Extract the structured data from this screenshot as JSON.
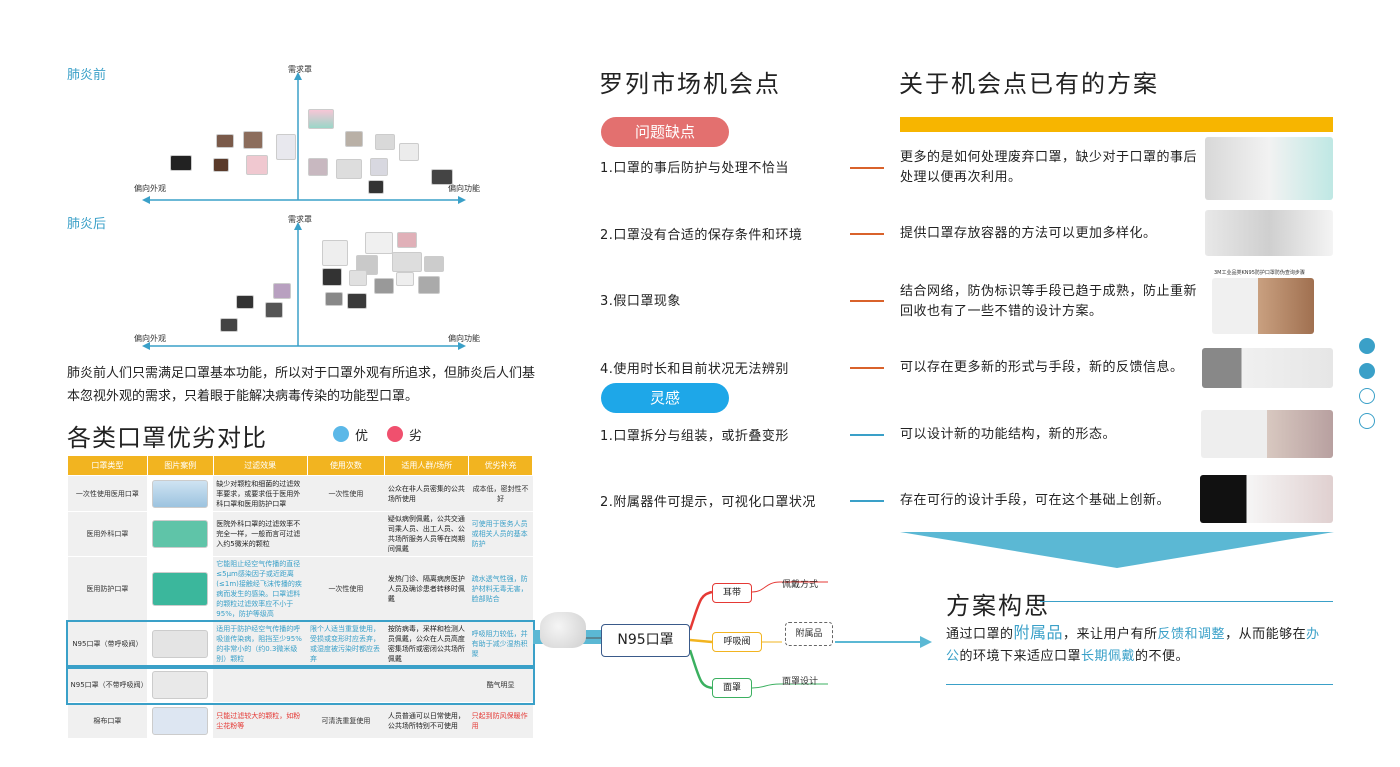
{
  "quadrant_before": {
    "label": "肺炎前",
    "top_axis": "需求罩",
    "left_axis": "偏向外观",
    "right_axis": "偏向功能"
  },
  "quadrant_after": {
    "label": "肺炎后",
    "top_axis": "需求罩",
    "left_axis": "偏向外观",
    "right_axis": "偏向功能"
  },
  "summary_text": "肺炎前人们只需满足口罩基本功能，所以对于口罩外观有所追求，但肺炎后人们基本忽视外观的需求，只着眼于能解决病毒传染的功能型口罩。",
  "comparison": {
    "title": "各类口罩优劣对比",
    "legend": [
      {
        "label": "优",
        "color": "#5bb8e8"
      },
      {
        "label": "劣",
        "color": "#f0506e"
      }
    ],
    "headers": [
      "口罩类型",
      "图片案例",
      "过滤效果",
      "使用次数",
      "适用人群/场所",
      "优劣补充"
    ],
    "rows": [
      {
        "type": "一次性使用医用口罩",
        "filter": "缺少对颗粒和细菌的过滤效率要求，或要求低于医用外科口罩和医用防护口罩",
        "uses": "一次性使用",
        "people": "公众在非人员密集的公共场所使用",
        "extra": "成本低，密封性不好"
      },
      {
        "type": "医用外科口罩",
        "filter": "医院外科口罩的过滤效率不完全一样，一般而言可过滤入约5微米的颗粒",
        "uses": "",
        "people": "疑似病例佩戴，公共交通司乘人员、出工人员、公共场所服务人员等在岗期间佩戴",
        "extra": "可使用于医务人员或相关人员的基本防护"
      },
      {
        "type": "医用防护口罩",
        "filter": "它能阻止经空气传播的直径≤5μm感染因子或近距离(≤1m)接触经飞沫传播的疾病而发生的感染。口罩滤料的颗粒过滤效率应不小于95%，防护等级高",
        "uses": "一次性使用",
        "people": "发热门诊、隔离病房医护人员及确诊患者转移时佩戴",
        "extra": "疏水透气性强，防护材料无毒无害，脸部贴合"
      },
      {
        "type": "N95口罩（带呼吸阀）",
        "filter": "适用于防护经空气传播的呼吸道传染病，阻挡至少95%的非常小的（约0.3微米级别）颗粒",
        "uses": "限个人适当重复使用，受损或变形时应丢弃，或湿度被污染时都应丢弃",
        "people": "按防病毒，采样和检测人员佩戴，公众在人员高度密集场所或密闭公共场所佩戴",
        "extra": "呼吸阻力较低，并有助于减少湿热积聚"
      },
      {
        "type": "N95口罩（不带呼吸阀）",
        "filter": "",
        "uses": "",
        "people": "",
        "extra": "酷气明显"
      },
      {
        "type": "棉布口罩",
        "filter": "只能过滤较大的颗粒，如粉尘花粉等",
        "uses": "可清洗重复使用",
        "people": "人员普通可以日常使用，公共场所特别不可使用",
        "extra": "只起到防风保暖作用"
      }
    ]
  },
  "market": {
    "title": "罗列市场机会点",
    "problems_pill": "问题缺点",
    "problems": [
      "1.口罩的事后防护与处理不恰当",
      "2.口罩没有合适的保存条件和环境",
      "3.假口罩现象",
      "4.使用时长和目前状况无法辨别"
    ],
    "inspiration_pill": "灵感",
    "inspirations": [
      "1.口罩拆分与组装，或折叠变形",
      "2.附属器件可提示，可视化口罩状况"
    ]
  },
  "solutions": {
    "title": "关于机会点已有的方案",
    "items": [
      "更多的是如何处理废弃口罩，缺少对于口罩的事后处理以便再次利用。",
      "提供口罩存放容器的方法可以更加多样化。",
      "结合网络，防伪标识等手段已趋于成熟，防止重新回收也有了一些不错的设计方案。",
      "可以存在更多新的形式与手段，新的反馈信息。",
      "可以设计新的功能结构，新的形态。",
      "存在可行的设计手段，可在这个基础上创新。"
    ],
    "fake_img_caption": "3M工业品类KN95防护口罩防伪查询步骤"
  },
  "mindmap": {
    "center": "N95口罩",
    "branches": [
      "耳带",
      "呼吸阀",
      "面罩"
    ],
    "labels": [
      "佩戴方式",
      "附属品",
      "面罩设计"
    ]
  },
  "concept": {
    "title": "方案构思",
    "text_parts": [
      {
        "t": "通过口罩的",
        "hl": false
      },
      {
        "t": "附属品",
        "hl": true
      },
      {
        "t": "，来让用户有所",
        "hl": false
      },
      {
        "t": "反馈和调整",
        "hl": true
      },
      {
        "t": "，从而能够在",
        "hl": false
      },
      {
        "t": "办公",
        "hl": true
      },
      {
        "t": "的环境下来适应口罩",
        "hl": false
      },
      {
        "t": "长期佩戴",
        "hl": true
      },
      {
        "t": "的不便。",
        "hl": false
      }
    ]
  },
  "colors": {
    "accent_blue": "#3aa0c8",
    "accent_red": "#e3706f",
    "accent_orange": "#d9622b",
    "accent_yellow": "#f7b500",
    "header_yellow": "#f2b420"
  },
  "page_dots": [
    true,
    true,
    false,
    false
  ]
}
